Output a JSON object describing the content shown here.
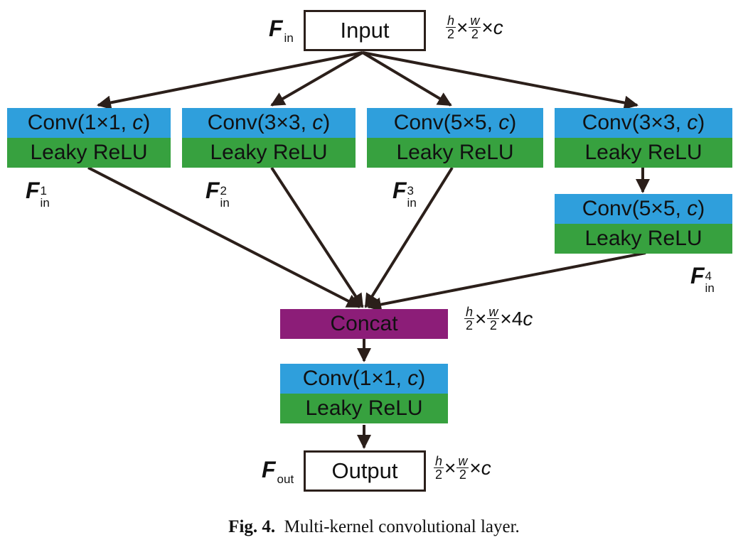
{
  "input": {
    "label": "Input",
    "var_symbol": "F",
    "var_sub": "in"
  },
  "input_dims": {
    "h": "h",
    "w": "w",
    "den": "2",
    "tail_x": "×",
    "tail_c": "c"
  },
  "branches": [
    {
      "conv_prefix": "Conv(1×1, ",
      "conv_c": "c",
      "conv_suffix": ")",
      "act": "Leaky ReLU",
      "var_symbol": "F",
      "var_sub": "in",
      "var_sup": "1"
    },
    {
      "conv_prefix": "Conv(3×3, ",
      "conv_c": "c",
      "conv_suffix": ")",
      "act": "Leaky ReLU",
      "var_symbol": "F",
      "var_sub": "in",
      "var_sup": "2"
    },
    {
      "conv_prefix": "Conv(5×5, ",
      "conv_c": "c",
      "conv_suffix": ")",
      "act": "Leaky ReLU",
      "var_symbol": "F",
      "var_sub": "in",
      "var_sup": "3"
    },
    {
      "conv_prefix": "Conv(3×3, ",
      "conv_c": "c",
      "conv_suffix": ")",
      "act": "Leaky ReLU"
    }
  ],
  "branch4_second": {
    "conv_prefix": "Conv(5×5, ",
    "conv_c": "c",
    "conv_suffix": ")",
    "act": "Leaky ReLU",
    "var_symbol": "F",
    "var_sub": "in",
    "var_sup": "4"
  },
  "concat": {
    "label": "Concat"
  },
  "concat_dims": {
    "h": "h",
    "w": "w",
    "den": "2",
    "tail_x": "×4",
    "tail_c": "c"
  },
  "final_block": {
    "conv_prefix": "Conv(1×1, ",
    "conv_c": "c",
    "conv_suffix": ")",
    "act": "Leaky ReLU"
  },
  "output": {
    "label": "Output",
    "var_symbol": "F",
    "var_sub": "out"
  },
  "output_dims": {
    "h": "h",
    "w": "w",
    "den": "2",
    "tail_x": "×",
    "tail_c": "c"
  },
  "caption": {
    "label": "Fig. 4.",
    "text": "Multi-kernel convolutional layer."
  },
  "colors": {
    "conv": "#2f9fdc",
    "activation": "#37a13f",
    "concat": "#8c1d78",
    "arrow": "#2b1f1a"
  }
}
